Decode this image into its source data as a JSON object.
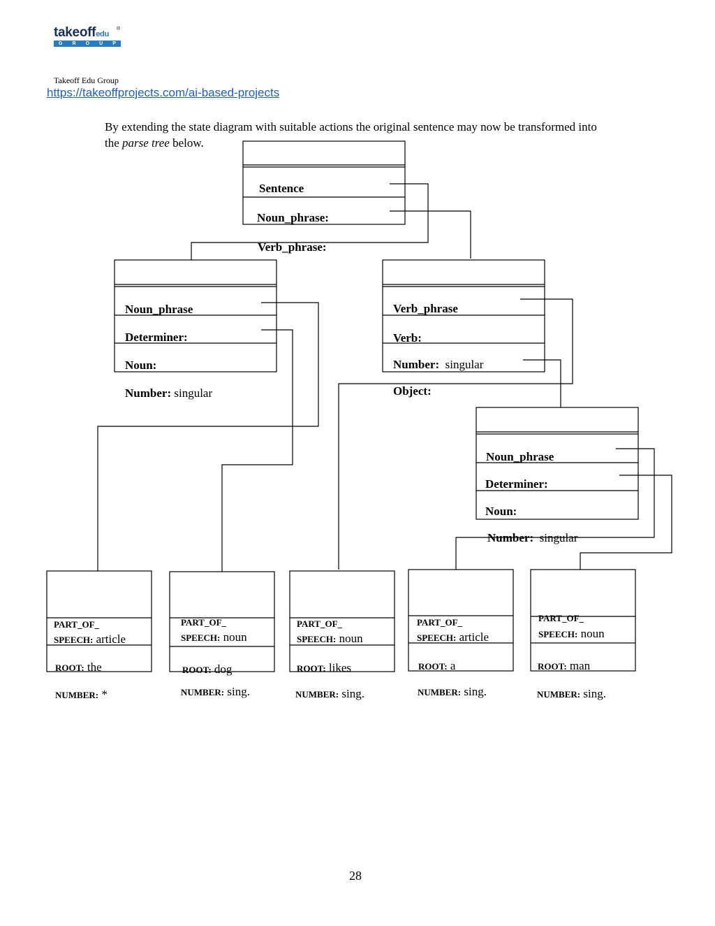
{
  "header": {
    "logo_text": "takeoff",
    "logo_sub": "edu",
    "logo_group": [
      "G",
      "R",
      "O",
      "U",
      "P"
    ],
    "org_name": "Takeoff Edu Group",
    "url": "https://takeoffprojects.com/ai-based-projects"
  },
  "intro": {
    "before": "By extending the state diagram with suitable actions the original sentence may now be transformed into the ",
    "emph": "parse tree",
    "after": " below."
  },
  "sentence_node": {
    "title": "Sentence",
    "noun_phrase": "Noun_phrase:",
    "verb_phrase": "Verb_phrase:"
  },
  "subject_np": {
    "title": "Noun_phrase",
    "determiner": "Determiner:",
    "noun": "Noun:",
    "number_label": "Number:",
    "number_value": " singular"
  },
  "vp_node": {
    "title": "Verb_phrase",
    "verb": "Verb:",
    "number_label": "Number:",
    "number_value": "  singular",
    "object": "Object:"
  },
  "object_np": {
    "title": "Noun_phrase",
    "determiner": "Determiner:",
    "noun": "Noun:",
    "number_label": "Number:",
    "number_value": "  singular"
  },
  "leaves": [
    {
      "pos_label_1": "PART_OF_",
      "pos_label_2": "SPEECH:",
      "pos": " article",
      "root_label": "ROOT:",
      "root": " the",
      "number_label": "NUMBER:",
      "number": " *"
    },
    {
      "pos_label_1": "PART_OF_",
      "pos_label_2": "SPEECH:",
      "pos": " noun",
      "root_label": "ROOT:",
      "root": " dog",
      "number_label": "NUMBER:",
      "number": " sing."
    },
    {
      "pos_label_1": "PART_OF_",
      "pos_label_2": "SPEECH:",
      "pos": " noun",
      "root_label": "ROOT:",
      "root": " likes",
      "number_label": "NUMBER:",
      "number": " sing."
    },
    {
      "pos_label_1": "PART_OF_",
      "pos_label_2": "SPEECH:",
      "pos": " article",
      "root_label": "ROOT:",
      "root": " a",
      "number_label": "NUMBER:",
      "number": " sing."
    },
    {
      "pos_label_1": "PART_OF_",
      "pos_label_2": "SPEECH:",
      "pos": " noun",
      "root_label": "ROOT:",
      "root": " man",
      "number_label": "NUMBER:",
      "number": " sing."
    }
  ],
  "page_number": "28"
}
